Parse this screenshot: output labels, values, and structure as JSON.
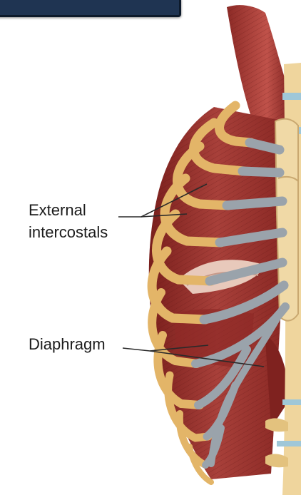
{
  "labels": {
    "external_intercostals_line1": "External",
    "external_intercostals_line2": "intercostals",
    "diaphragm": "Diaphragm"
  },
  "colors": {
    "header_bar": "#1f3452",
    "rib_bone": "#e3b568",
    "costal_cartilage": "#9aa3ab",
    "muscle": "#9b2f2b",
    "muscle_dark": "#6e1a18",
    "vertebra": "#efd59d",
    "disc": "#9fc7d8",
    "leader_line": "#2a2a2a"
  }
}
